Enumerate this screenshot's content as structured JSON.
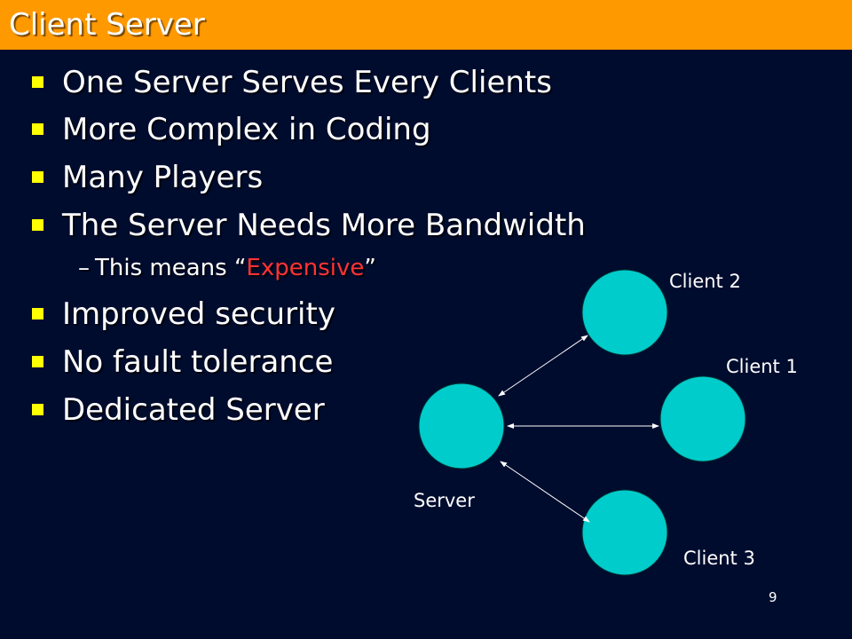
{
  "slide": {
    "title": "Client Server",
    "page_number": "9"
  },
  "bullets": [
    "One Server Serves Every Clients",
    "More Complex in Coding",
    "Many Players",
    "The Server Needs More Bandwidth",
    "Improved security",
    "No fault tolerance",
    "Dedicated Server"
  ],
  "sub_bullet": {
    "dash": "–",
    "prefix": "This means “",
    "highlight": "Expensive",
    "suffix": "”"
  },
  "diagram": {
    "server_label": "Server",
    "client1_label": "Client 1",
    "client2_label": "Client 2",
    "client3_label": "Client 3",
    "node_color": "#00cccc",
    "arrow_color": "#ffffff"
  },
  "colors": {
    "background": "#000c2e",
    "title_bar": "#ff9900",
    "bullet": "#ffff00",
    "highlight": "#ff3333"
  }
}
